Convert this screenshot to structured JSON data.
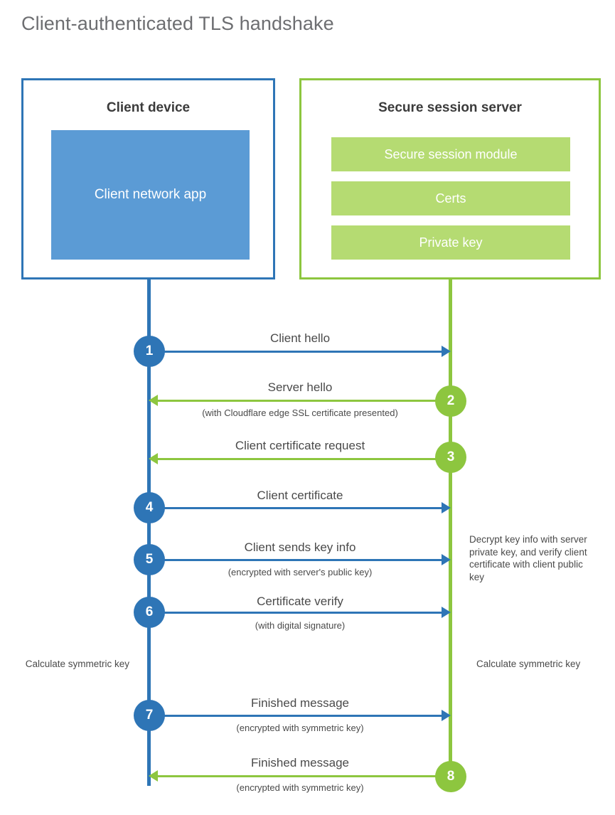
{
  "title": "Client-authenticated TLS handshake",
  "colors": {
    "client_blue": "#2E75B6",
    "client_fill": "#5B9BD5",
    "server_green": "#8DC63F",
    "server_fill": "#B5DB72",
    "title_gray": "#6d6e71",
    "text_gray": "#4a4a4a"
  },
  "client": {
    "title": "Client device",
    "app_label": "Client network app"
  },
  "server": {
    "title": "Secure session server",
    "bars": [
      {
        "label": "Secure session module"
      },
      {
        "label": "Certs"
      },
      {
        "label": "Private key"
      }
    ]
  },
  "steps": [
    {
      "number": "1",
      "label": "Client hello",
      "sublabel": "",
      "direction": "right",
      "color": "blue"
    },
    {
      "number": "2",
      "label": "Server hello",
      "sublabel": "(with Cloudflare edge SSL certificate presented)",
      "direction": "left",
      "color": "green"
    },
    {
      "number": "3",
      "label": "Client certificate request",
      "sublabel": "",
      "direction": "left",
      "color": "green"
    },
    {
      "number": "4",
      "label": "Client certificate",
      "sublabel": "",
      "direction": "right",
      "color": "blue"
    },
    {
      "number": "5",
      "label": "Client sends key info",
      "sublabel": "(encrypted with server's public key)",
      "direction": "right",
      "color": "blue"
    },
    {
      "number": "6",
      "label": "Certificate verify",
      "sublabel": "(with digital signature)",
      "direction": "right",
      "color": "blue"
    },
    {
      "number": "7",
      "label": "Finished message",
      "sublabel": "(encrypted with symmetric key)",
      "direction": "right",
      "color": "blue"
    },
    {
      "number": "8",
      "label": "Finished message",
      "sublabel": "(encrypted with symmetric key)",
      "direction": "left",
      "color": "green"
    }
  ],
  "annotations": {
    "server_decrypt": "Decrypt key info with server private key, and verify client certificate with client public key",
    "client_calculate": "Calculate symmetric key",
    "server_calculate": "Calculate symmetric key"
  }
}
